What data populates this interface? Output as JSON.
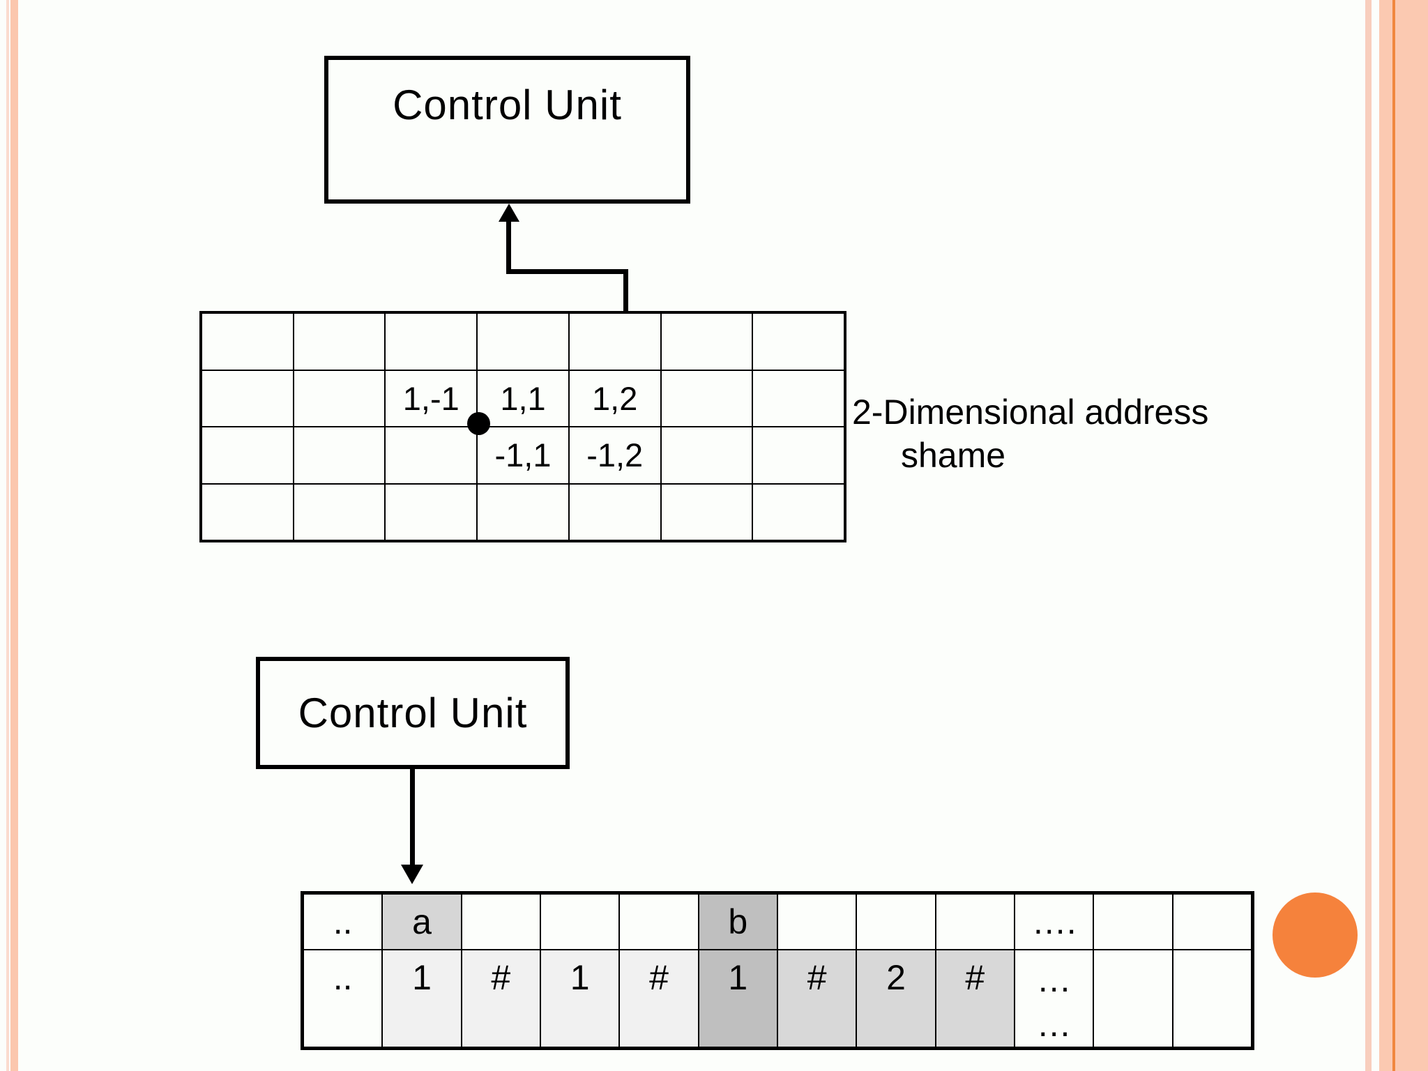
{
  "colors": {
    "background": "#fcfefb",
    "line_black": "#000000",
    "left_stripe_light": "#fbdccf",
    "left_stripe_peach": "#fbc7ae",
    "right_stripe_thin": "#f8cebd",
    "right_band_peach": "#fbc9b1",
    "right_orange_line": "#f0873f",
    "orange_circle": "#f5823c",
    "tape_cell_a_gray": "#d6d6d6",
    "tape_cell_b_gray": "#bfbfbf",
    "tape_cell_light_gray": "#f1f1f1",
    "tape_cell_mid_gray": "#d8d8d8"
  },
  "top_diagram": {
    "control_unit_label": "Control Unit",
    "caption": {
      "line1": "2-Dimensional address",
      "line2": "shame"
    },
    "grid_labels": {
      "r1c2": "1,-1",
      "r1c3": "1,1",
      "r1c4": "1,2",
      "r2c3": "-1,1",
      "r2c4": "-1,2"
    }
  },
  "bottom_diagram": {
    "control_unit_label": "Control Unit",
    "tape": {
      "row1": [
        "..",
        "a",
        "",
        "",
        "",
        "b",
        "",
        "",
        "",
        "….",
        "",
        ""
      ],
      "row2": [
        "..",
        "1",
        "#",
        "1",
        "#",
        "1",
        "#",
        "2",
        "#",
        "…\n…",
        "",
        ""
      ]
    }
  }
}
